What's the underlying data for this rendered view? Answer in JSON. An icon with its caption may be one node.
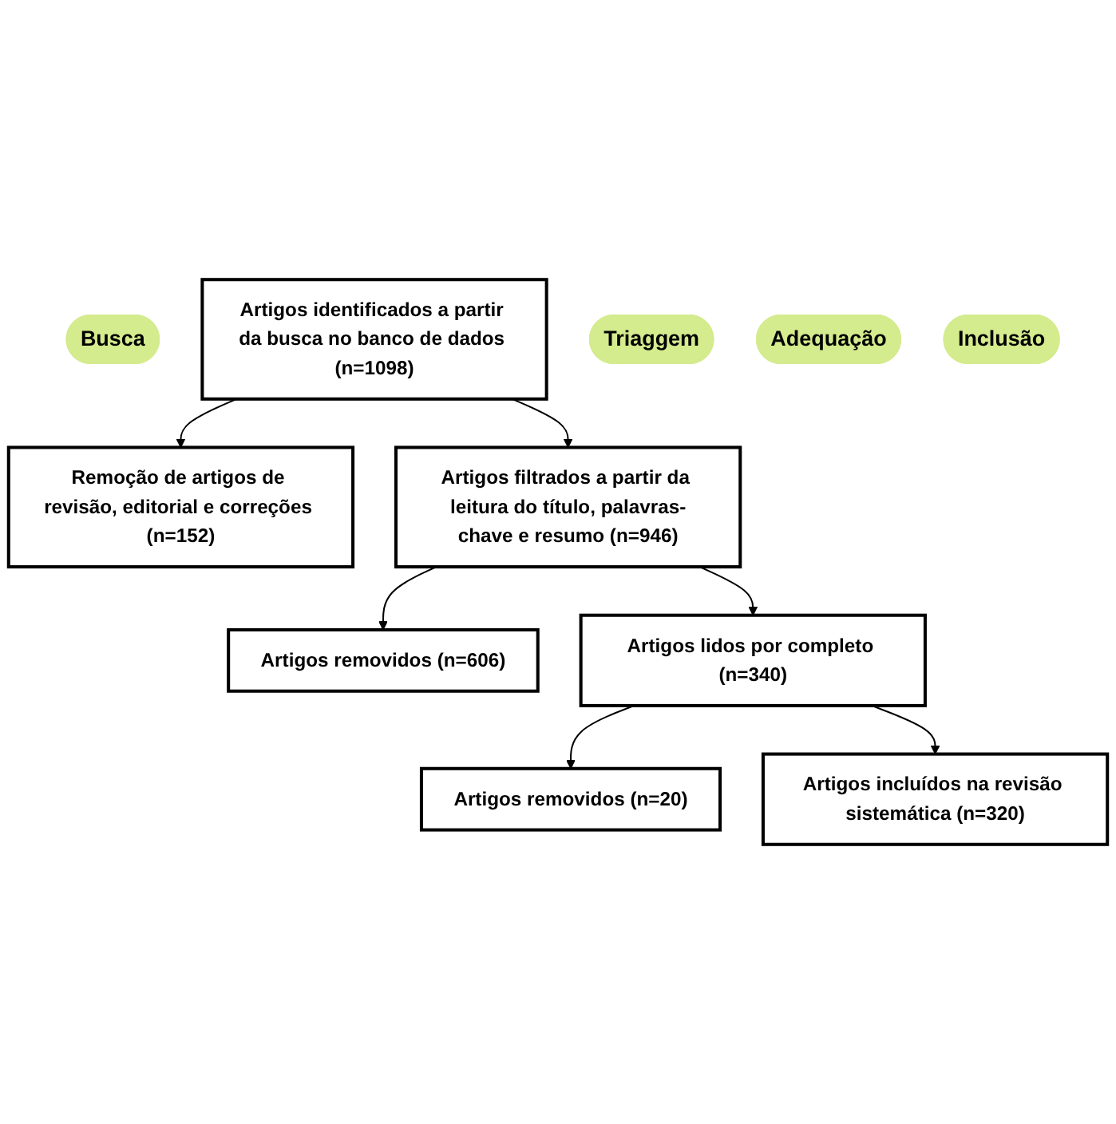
{
  "diagram": {
    "nodes": [
      {
        "text": [
          "Busca"
        ]
      },
      {
        "text": [
          "Artigos identificados a partir da busca no banco de dados (n=1098)"
        ]
      },
      {
        "text": [
          "Remoção de artigos de revisão, editorial e correções (n=152)"
        ]
      },
      {
        "text": [
          "Triaggem"
        ]
      },
      {
        "text": [
          "Artigos filtrados a partir da leitura do título, palavras-chave e resumo (n=946)"
        ]
      },
      {
        "text": [
          "Artigos removidos (n=606)"
        ]
      },
      {
        "text": [
          "Adequação"
        ]
      },
      {
        "text": [
          "Artigos lidos por completo (n=340)"
        ]
      },
      {
        "text": [
          "Artigos removidos (n=20)"
        ]
      },
      {
        "text": [
          "Inclusão"
        ]
      },
      {
        "text": [
          "Artigos incluídos na revisão sistemática (n=320)"
        ]
      }
    ],
    "edges": [
      {
        "from": 1,
        "to": 2,
        "arrow": "to"
      },
      {
        "from": 1,
        "to": 4,
        "arrow": "to"
      },
      {
        "from": 4,
        "to": 5,
        "arrow": "to"
      },
      {
        "from": 4,
        "to": 7,
        "arrow": "to"
      },
      {
        "from": 7,
        "to": 8,
        "arrow": "to"
      },
      {
        "from": 7,
        "to": 10,
        "arrow": "to"
      }
    ]
  }
}
